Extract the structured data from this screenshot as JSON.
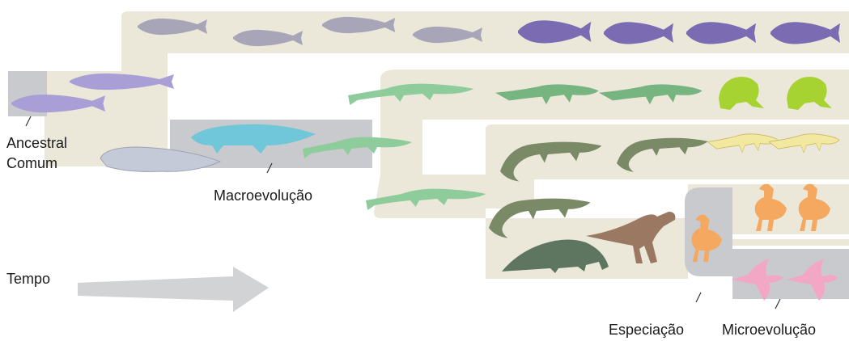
{
  "labels": {
    "ancestor_line1": "Ancestral",
    "ancestor_line2": "Comum",
    "macroevolution": "Macroevolução",
    "time": "Tempo",
    "speciation": "Especiação",
    "microevolution": "Microevolução"
  },
  "colors": {
    "branch": "#ebe8d9",
    "highlight": "#c9cacd",
    "time_arrow": "#d1d3d4",
    "early_fish": "#a8a5b8",
    "bony_fish": "#7b6bb3",
    "ancestor_fish": "#a99fd6",
    "lungfish": "#c4cad8",
    "lobe_fin": "#6fc7d9",
    "tetrapod": "#8fcc9b",
    "amphibian": "#76b57f",
    "frog": "#a6d332",
    "reptile": "#7a8a66",
    "dinosaur": "#9a7862",
    "lizard": "#f2e8a0",
    "bird": "#f4a860",
    "pink_bird": "#f2a8c4"
  }
}
